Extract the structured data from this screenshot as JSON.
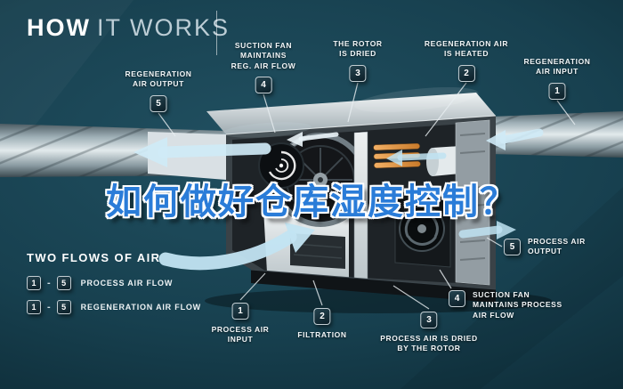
{
  "title": {
    "bold": "HOW",
    "light": "IT WORKS"
  },
  "overlay_title": "如何做好仓库湿度控制？",
  "callouts": {
    "reg_output": {
      "num": "5",
      "text": "REGENERATION\nAIR OUTPUT"
    },
    "suction_reg": {
      "num": "4",
      "text": "SUCTION FAN\nMAINTAINS\nREG. AIR FLOW"
    },
    "rotor_dried": {
      "num": "3",
      "text": "THE ROTOR\nIS DRIED"
    },
    "reg_heated": {
      "num": "2",
      "text": "REGENERATION AIR\nIS HEATED"
    },
    "reg_input": {
      "num": "1",
      "text": "REGENERATION\nAIR INPUT"
    },
    "process_input": {
      "num": "1",
      "text": "PROCESS AIR\nINPUT"
    },
    "filtration": {
      "num": "2",
      "text": "FILTRATION"
    },
    "process_dried": {
      "num": "3",
      "text": "PROCESS AIR IS DRIED\nBY THE ROTOR"
    },
    "suction_process": {
      "num": "4",
      "text": "SUCTION FAN\nMAINTAINS PROCESS\nAIR FLOW"
    },
    "process_output": {
      "num": "5",
      "text": "PROCESS AIR\nOUTPUT"
    }
  },
  "legend": {
    "heading": "TWO FLOWS OF AIR",
    "sep": "-",
    "rows": [
      {
        "from": "1",
        "to": "5",
        "label": "PROCESS AIR FLOW"
      },
      {
        "from": "1",
        "to": "5",
        "label": "REGENERATION AIR FLOW"
      }
    ]
  },
  "colors": {
    "background_teal": "#123440",
    "overlay_blue": "#2a7cd8",
    "arrow_blue": "#c2e4f2",
    "heater_orange": "#e09043",
    "badge_border": "#c3ced3"
  }
}
